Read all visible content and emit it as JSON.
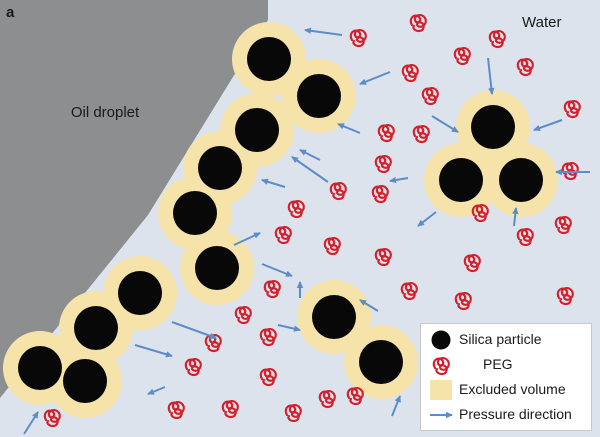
{
  "panel_label": "a",
  "labels": {
    "water": "Water",
    "oil": "Oil droplet"
  },
  "legend": [
    {
      "label": "Silica particle",
      "symbol": "silica-particle"
    },
    {
      "label": "PEG",
      "symbol": "peg"
    },
    {
      "label": "Excluded volume",
      "symbol": "excluded-volume"
    },
    {
      "label": "Pressure direction",
      "symbol": "pressure-arrow"
    }
  ],
  "colors": {
    "water": "#dde3ec",
    "oil": "#8c8e90",
    "excluded_volume": "#f5e3a9",
    "particle": "#080808",
    "peg": "#d4202c",
    "arrow": "#5b8dc9"
  }
}
